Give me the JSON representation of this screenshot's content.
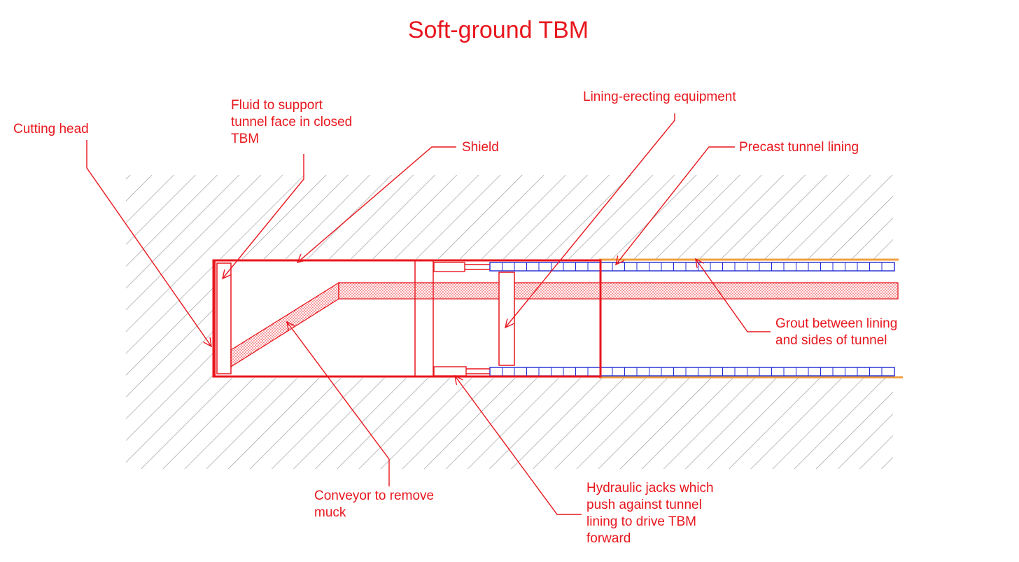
{
  "title": "Soft-ground TBM",
  "colors": {
    "label": "#e8161d",
    "machine": "#e8161d",
    "segment": "#1f2bd6",
    "grout": "#f0a040",
    "ground_hatch": "#9a9a9a"
  },
  "labels": {
    "cutting_head": [
      "Cutting head"
    ],
    "fluid": [
      "Fluid to support",
      "tunnel face in closed",
      "TBM"
    ],
    "shield": [
      "Shield"
    ],
    "lining_erecting": [
      "Lining-erecting equipment"
    ],
    "precast_lining": [
      "Precast tunnel lining"
    ],
    "grout": [
      "Grout between lining",
      "and sides of tunnel"
    ],
    "conveyor": [
      "Conveyor to remove",
      "muck"
    ],
    "hydraulic_jacks": [
      "Hydraulic jacks which",
      "push against tunnel",
      "lining to drive TBM",
      "forward"
    ]
  }
}
